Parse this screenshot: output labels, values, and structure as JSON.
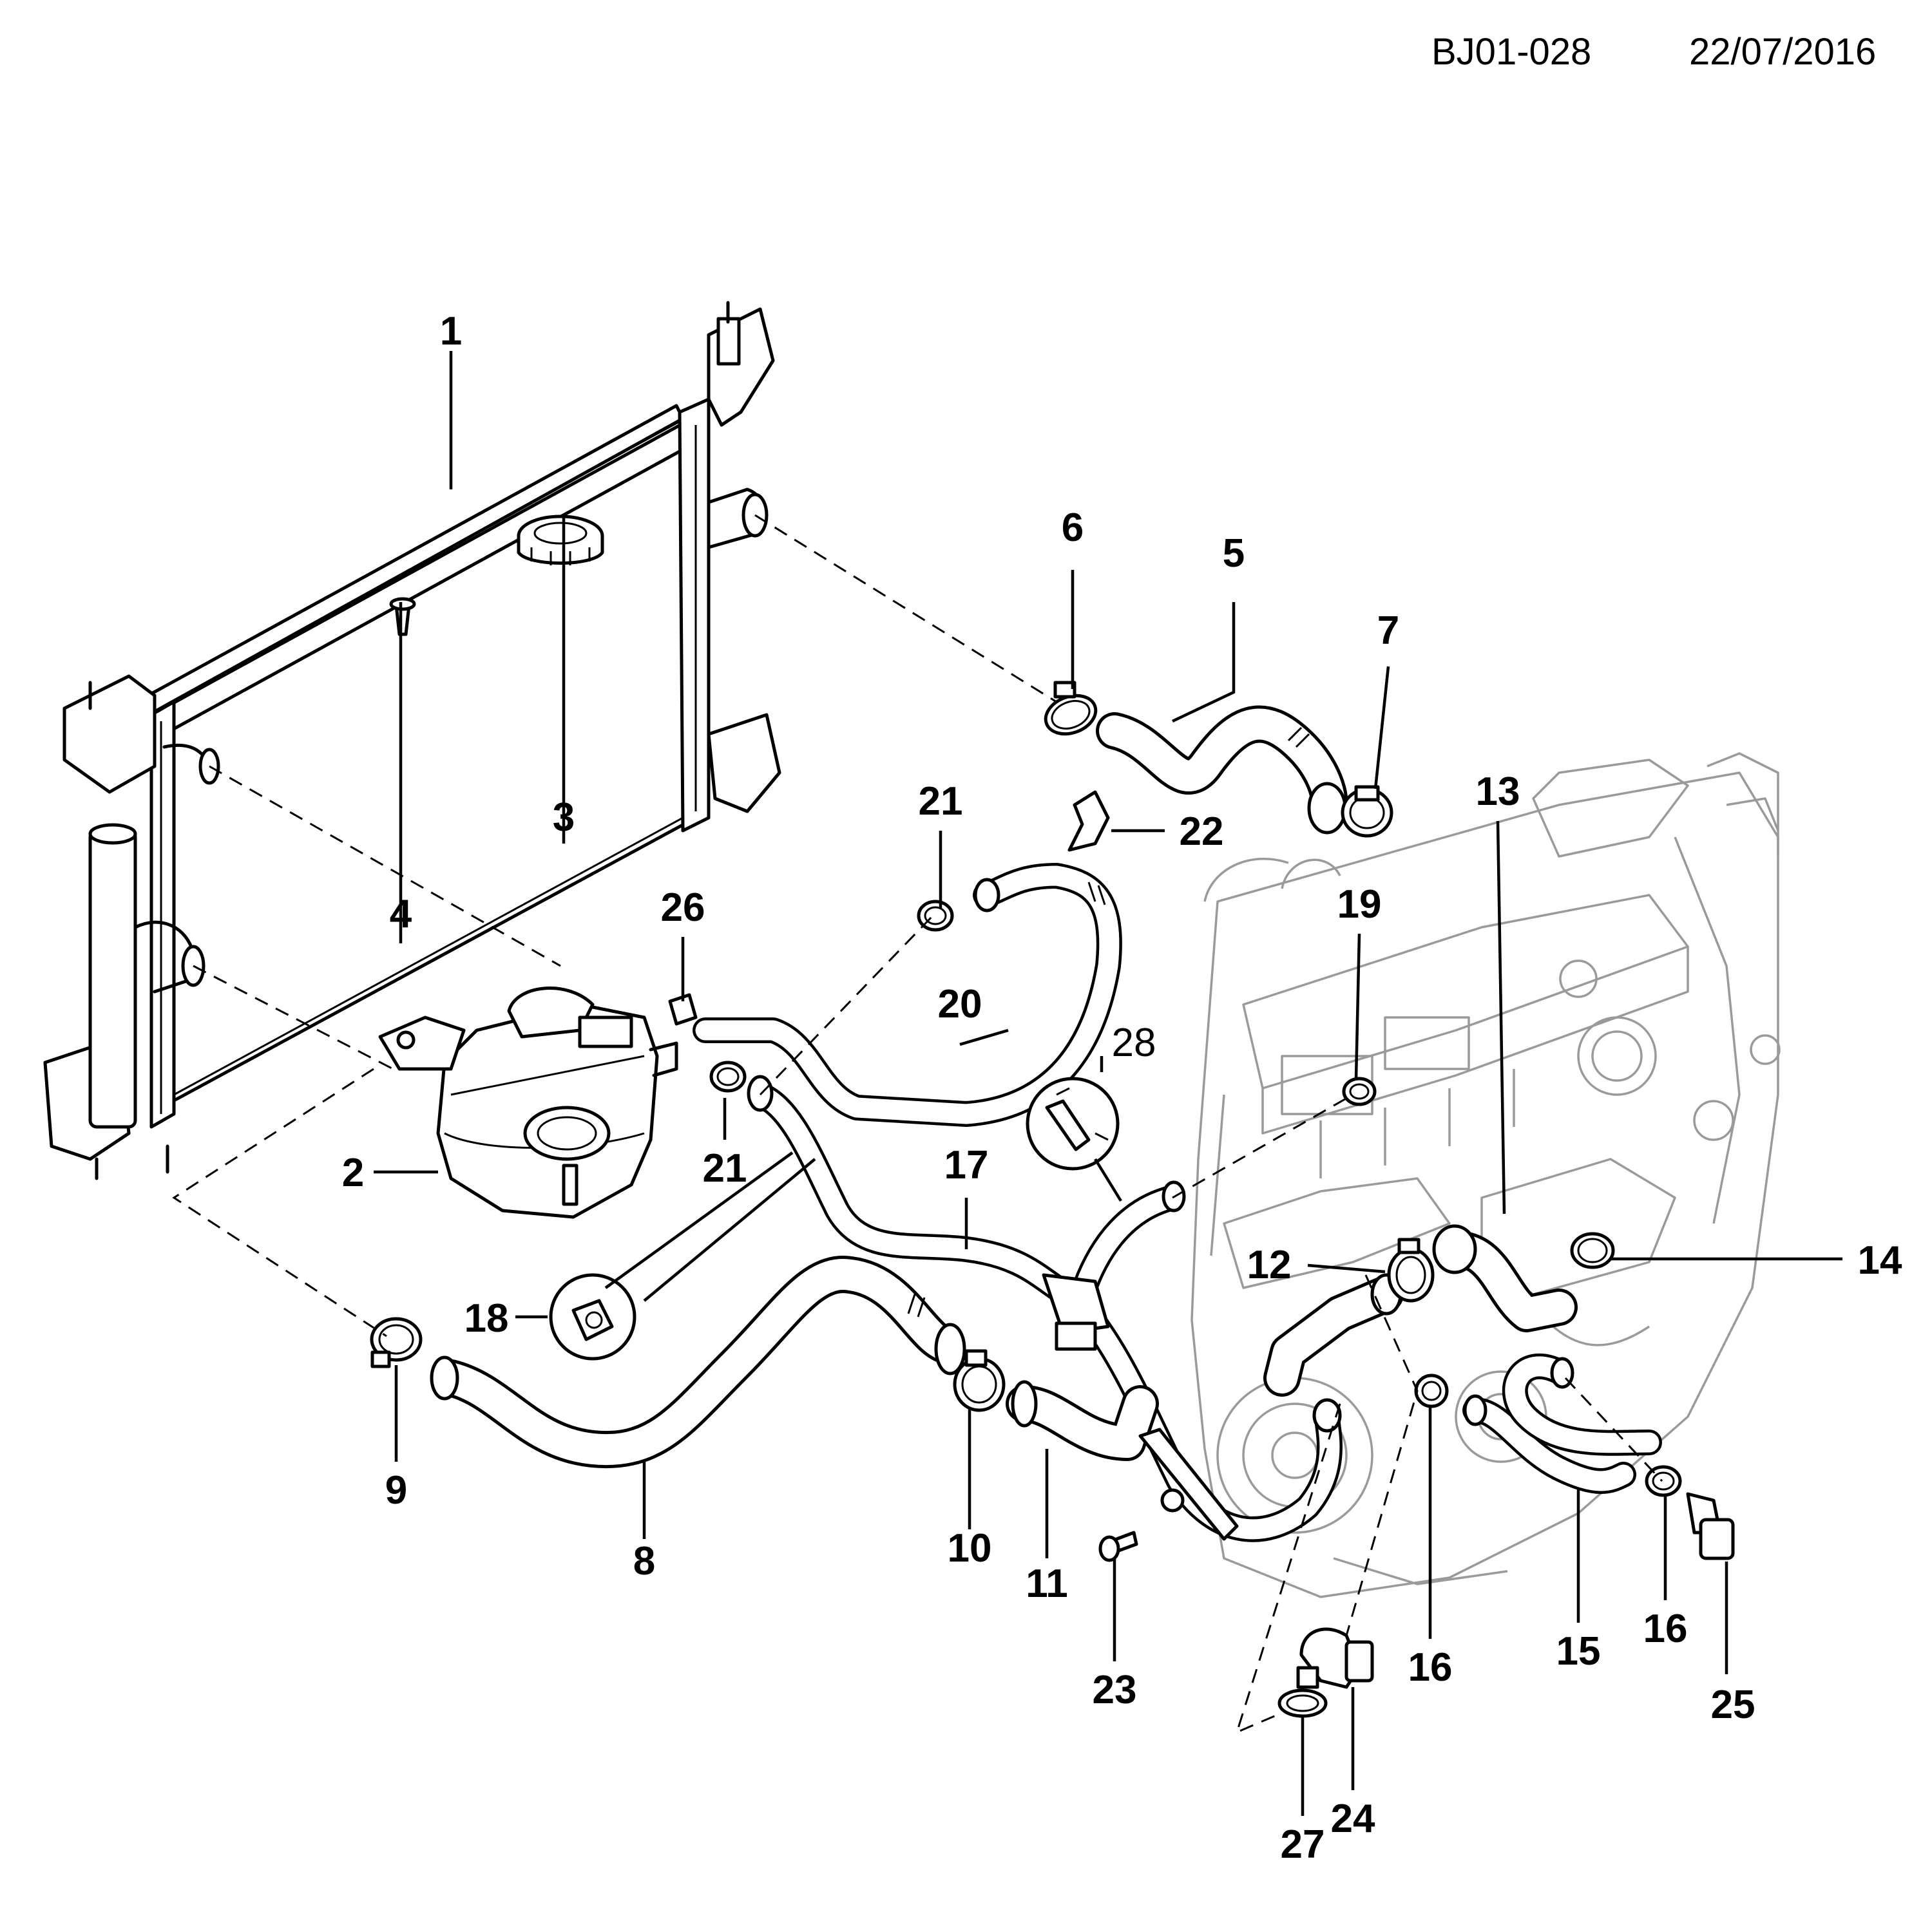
{
  "header": {
    "code": "BJ01-028",
    "date": "22/07/2016"
  },
  "callouts": [
    {
      "id": "c1",
      "label": "1"
    },
    {
      "id": "c2",
      "label": "2"
    },
    {
      "id": "c3",
      "label": "3"
    },
    {
      "id": "c4",
      "label": "4"
    },
    {
      "id": "c5",
      "label": "5"
    },
    {
      "id": "c6",
      "label": "6"
    },
    {
      "id": "c7",
      "label": "7"
    },
    {
      "id": "c8",
      "label": "8"
    },
    {
      "id": "c9",
      "label": "9"
    },
    {
      "id": "c10",
      "label": "10"
    },
    {
      "id": "c11",
      "label": "11"
    },
    {
      "id": "c12",
      "label": "12"
    },
    {
      "id": "c13",
      "label": "13"
    },
    {
      "id": "c14",
      "label": "14"
    },
    {
      "id": "c15",
      "label": "15"
    },
    {
      "id": "c16a",
      "label": "16"
    },
    {
      "id": "c16b",
      "label": "16"
    },
    {
      "id": "c17",
      "label": "17"
    },
    {
      "id": "c18",
      "label": "18"
    },
    {
      "id": "c19",
      "label": "19"
    },
    {
      "id": "c20",
      "label": "20"
    },
    {
      "id": "c21a",
      "label": "21"
    },
    {
      "id": "c21b",
      "label": "21"
    },
    {
      "id": "c22",
      "label": "22"
    },
    {
      "id": "c23",
      "label": "23"
    },
    {
      "id": "c24",
      "label": "24"
    },
    {
      "id": "c25",
      "label": "25"
    },
    {
      "id": "c26",
      "label": "26"
    },
    {
      "id": "c27",
      "label": "27"
    },
    {
      "id": "c28",
      "label": "28"
    }
  ]
}
